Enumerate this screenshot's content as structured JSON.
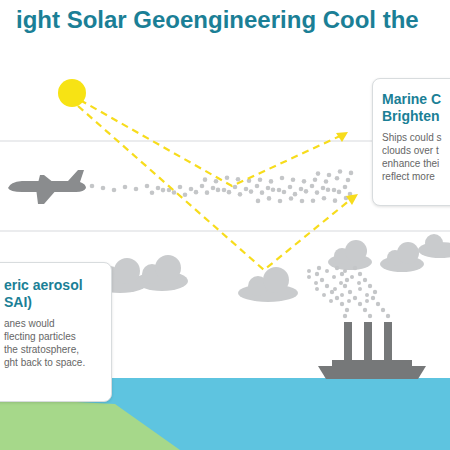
{
  "diagram": {
    "title": "ight Solar Geoengineering Cool the",
    "nodes": [
      {
        "text": [
          "Marine C Brighten",
          "Ships could s clouds over t enhance thei reflect more"
        ]
      },
      {
        "text": [
          "eric aerosol SAI)",
          "anes would flecting particles the stratosphere, ght back to space."
        ]
      }
    ]
  }
}
